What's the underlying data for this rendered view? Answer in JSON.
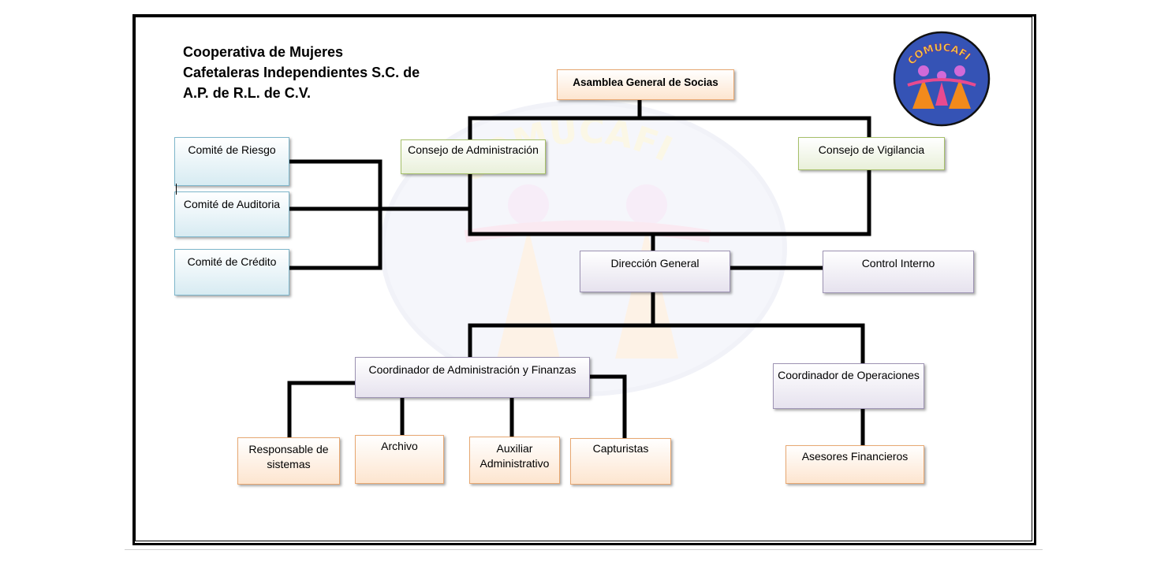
{
  "title": {
    "line1": "Cooperativa de Mujeres",
    "line2": "Cafetaleras Independientes S.C. de",
    "line3": "A.P. de R.L. de C.V."
  },
  "logo": {
    "text": "COMUCAFI",
    "icon": "women-holding-hands-logo"
  },
  "watermark": {
    "text": "COMUCAFI"
  },
  "nodes": {
    "asamblea": "Asamblea General de Socias",
    "consejo_admin": "Consejo de Administración",
    "consejo_vigilancia": "Consejo de Vigilancia",
    "comite_riesgo": "Comité de Riesgo",
    "comite_auditoria": "Comité de Auditoria",
    "comite_credito": "Comité de Crédito",
    "direccion": "Dirección General",
    "control_interno": "Control Interno",
    "coord_admin": "Coordinador  de Administración  y Finanzas",
    "coord_operaciones": "Coordinador de Operaciones",
    "resp_sistemas": "Responsable de sistemas",
    "archivo": "Archivo",
    "auxiliar": "Auxiliar Administrativo",
    "capturistas": "Capturistas",
    "asesores": "Asesores Financieros"
  },
  "colors": {
    "orange": "#fde5cf",
    "green": "#e9f0da",
    "blue": "#d7ebf2",
    "purple": "#e6e2ee",
    "connector": "#000000"
  }
}
